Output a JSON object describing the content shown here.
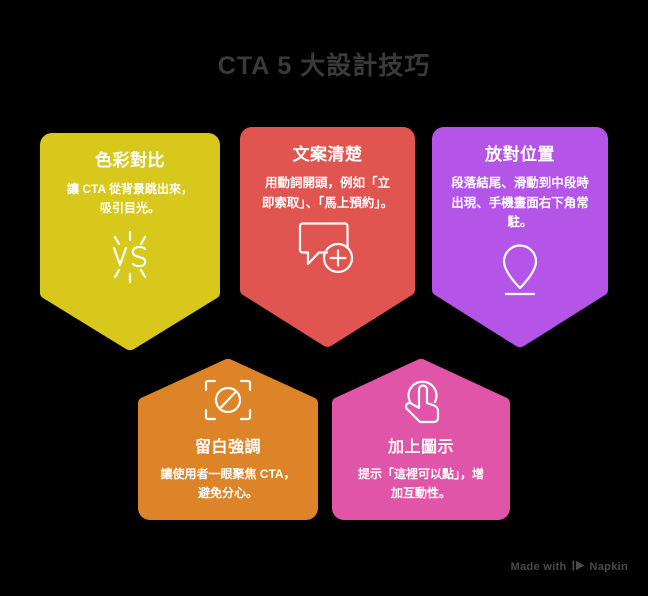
{
  "page": {
    "title": "CTA 5 大設計技巧",
    "background_color": "#000000",
    "title_color": "#3a3a3a"
  },
  "cards": [
    {
      "id": "color-contrast",
      "title": "色彩對比",
      "body": "讓 CTA 從背景跳出來，吸引目光。",
      "color": "#D9C81C",
      "icon": "vs-burst-icon",
      "shape": "pennant-down",
      "layout": "title-body-icon"
    },
    {
      "id": "clear-copy",
      "title": "文案清楚",
      "body": "用動詞開頭，例如「立即索取」、「馬上預約」。",
      "color": "#E15550",
      "icon": "speech-bubble-plus-icon",
      "shape": "pennant-down",
      "layout": "title-body-icon"
    },
    {
      "id": "right-position",
      "title": "放對位置",
      "body": "段落結尾、滑動到中段時出現、手機畫面右下角常駐。",
      "color": "#B455E8",
      "icon": "location-pin-icon",
      "shape": "pennant-down",
      "layout": "title-body-icon"
    },
    {
      "id": "whitespace-emphasis",
      "title": "留白強調",
      "body": "讓使用者一眼聚焦 CTA，避免分心。",
      "color": "#DD8429",
      "icon": "focus-frame-icon",
      "shape": "pennant-up",
      "layout": "icon-title-body"
    },
    {
      "id": "add-icon",
      "title": "加上圖示",
      "body": "提示「這裡可以點」，增加互動性。",
      "color": "#E155A8",
      "icon": "tap-hand-icon",
      "shape": "pennant-up",
      "layout": "icon-title-body"
    }
  ],
  "watermark": {
    "text": "Made with",
    "brand": "Napkin",
    "icon": "napkin-logo-icon",
    "color": "#4a4a4a"
  }
}
